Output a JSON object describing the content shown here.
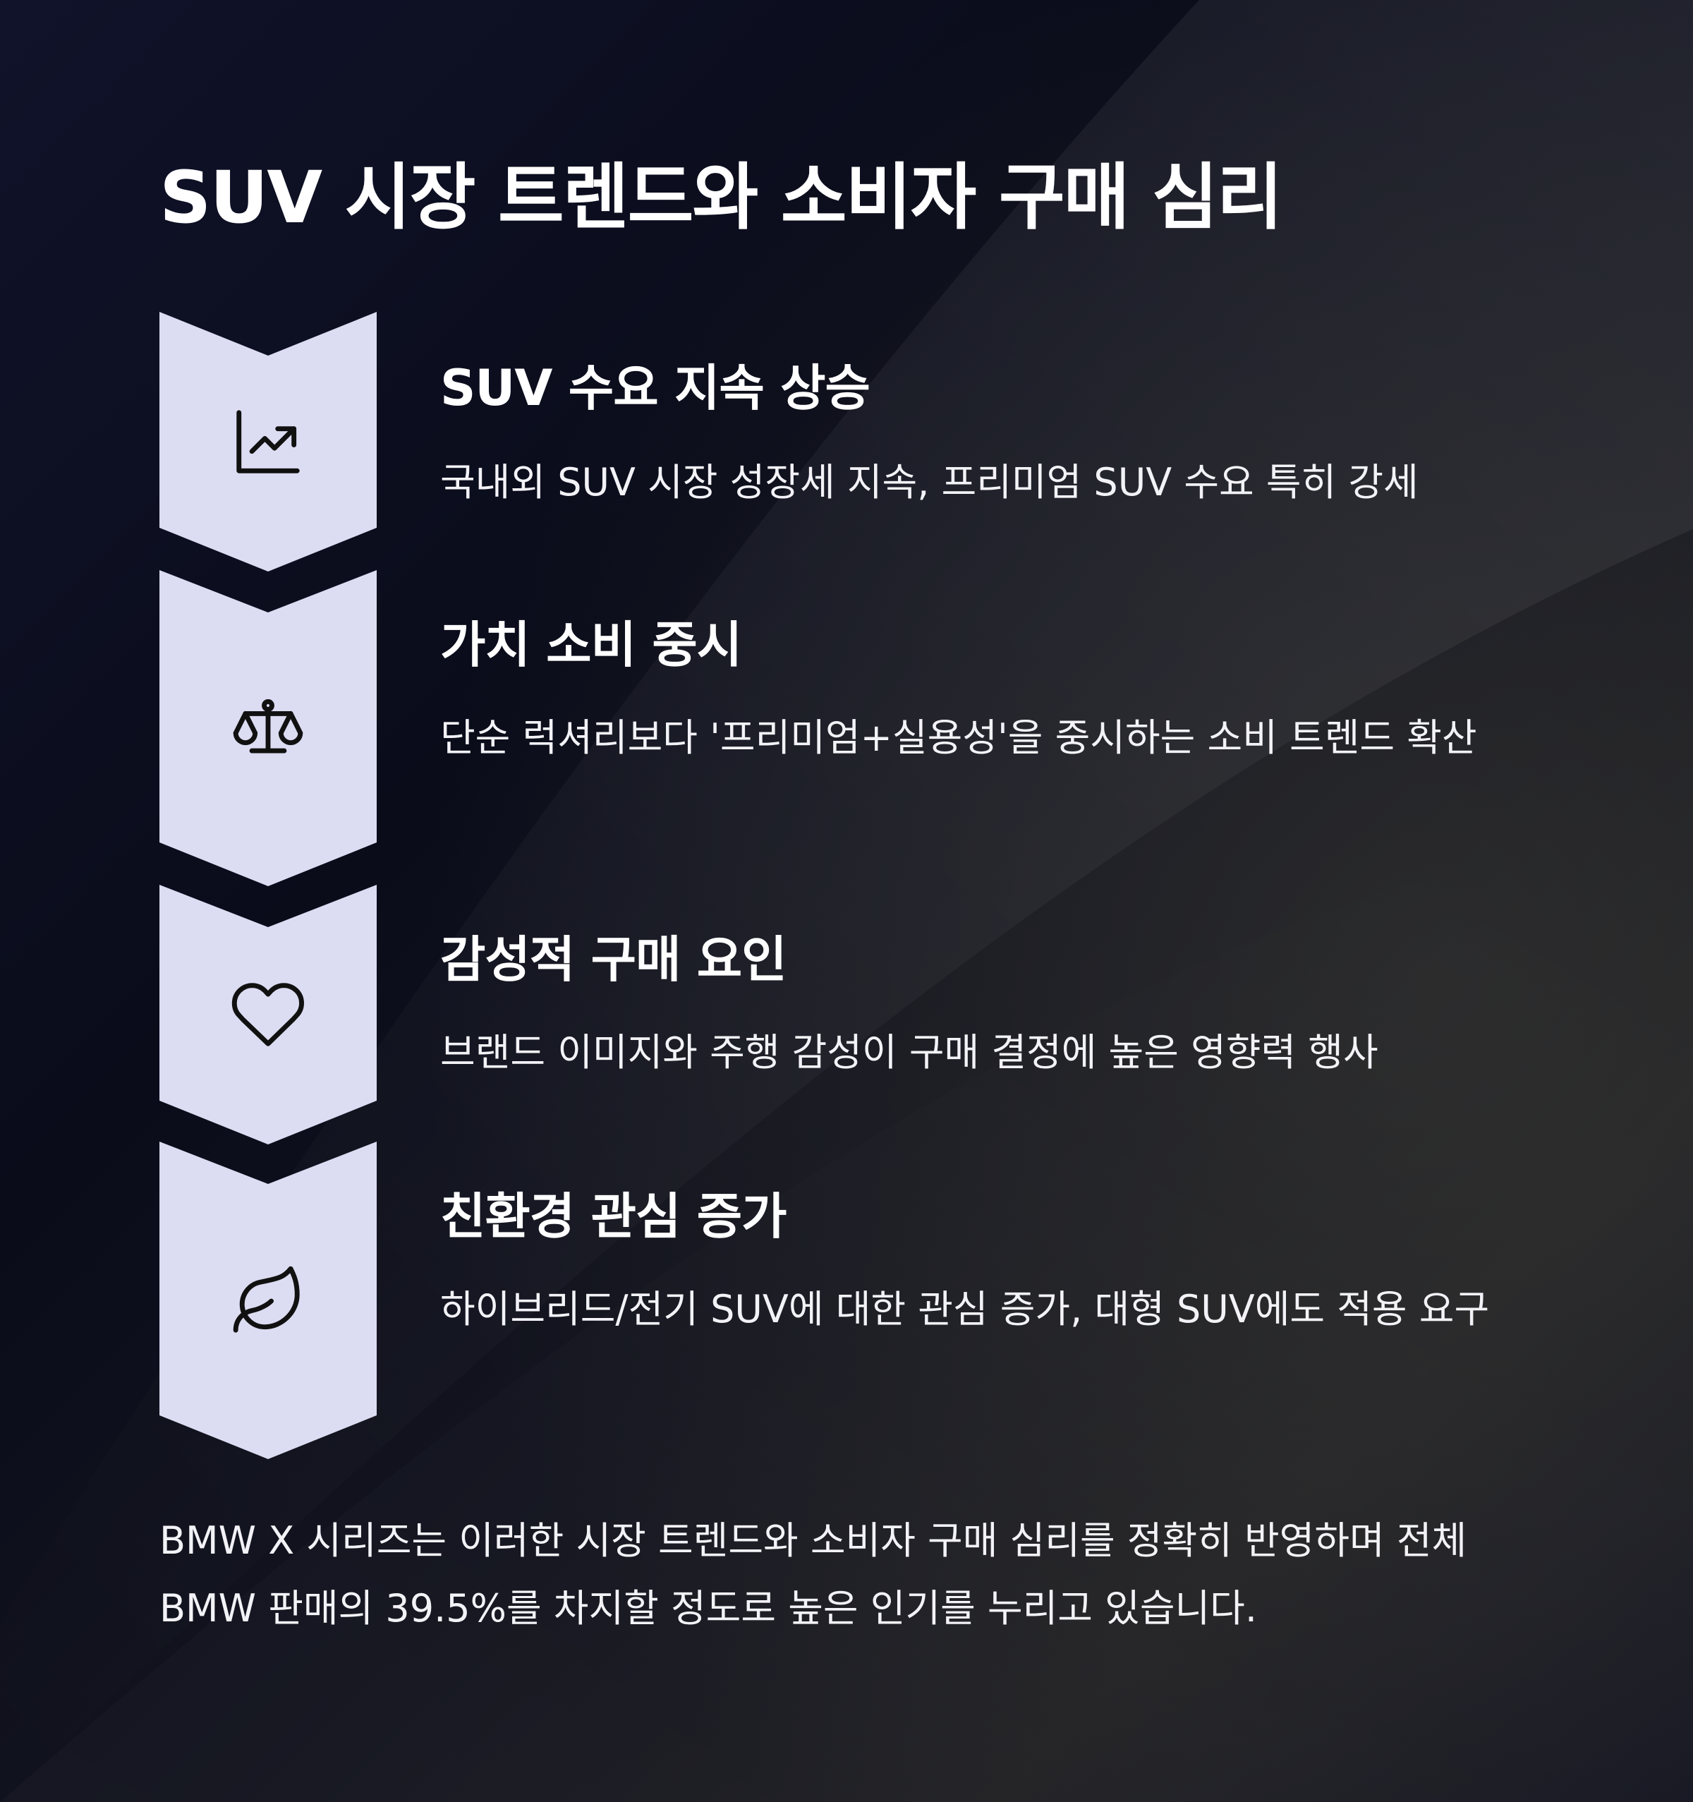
{
  "title": "SUV 시장 트렌드와 소비자 구매 심리",
  "theme": {
    "background": "#0b0d1c",
    "card": "#dcdcf2",
    "icon": "#111111",
    "text": "#ffffff"
  },
  "steps": [
    {
      "icon": "trending-up-chart-icon",
      "title": "SUV 수요 지속 상승",
      "desc": "국내외 SUV 시장 성장세 지속, 프리미엄 SUV 수요 특히 강세"
    },
    {
      "icon": "balance-scale-icon",
      "title": "가치 소비 중시",
      "desc": "단순 럭셔리보다 '프리미엄+실용성'을 중시하는 소비 트렌드 확산"
    },
    {
      "icon": "heart-icon",
      "title": "감성적 구매 요인",
      "desc": "브랜드 이미지와 주행 감성이 구매 결정에 높은 영향력 행사"
    },
    {
      "icon": "leaf-icon",
      "title": "친환경 관심 증가",
      "desc": "하이브리드/전기 SUV에 대한 관심 증가, 대형 SUV에도 적용 요구"
    }
  ],
  "summary": "BMW X 시리즈는 이러한 시장 트렌드와 소비자 구매 심리를 정확히 반영하며 전체 BMW 판매의 39.5%를 차지할 정도로 높은 인기를 누리고 있습니다."
}
